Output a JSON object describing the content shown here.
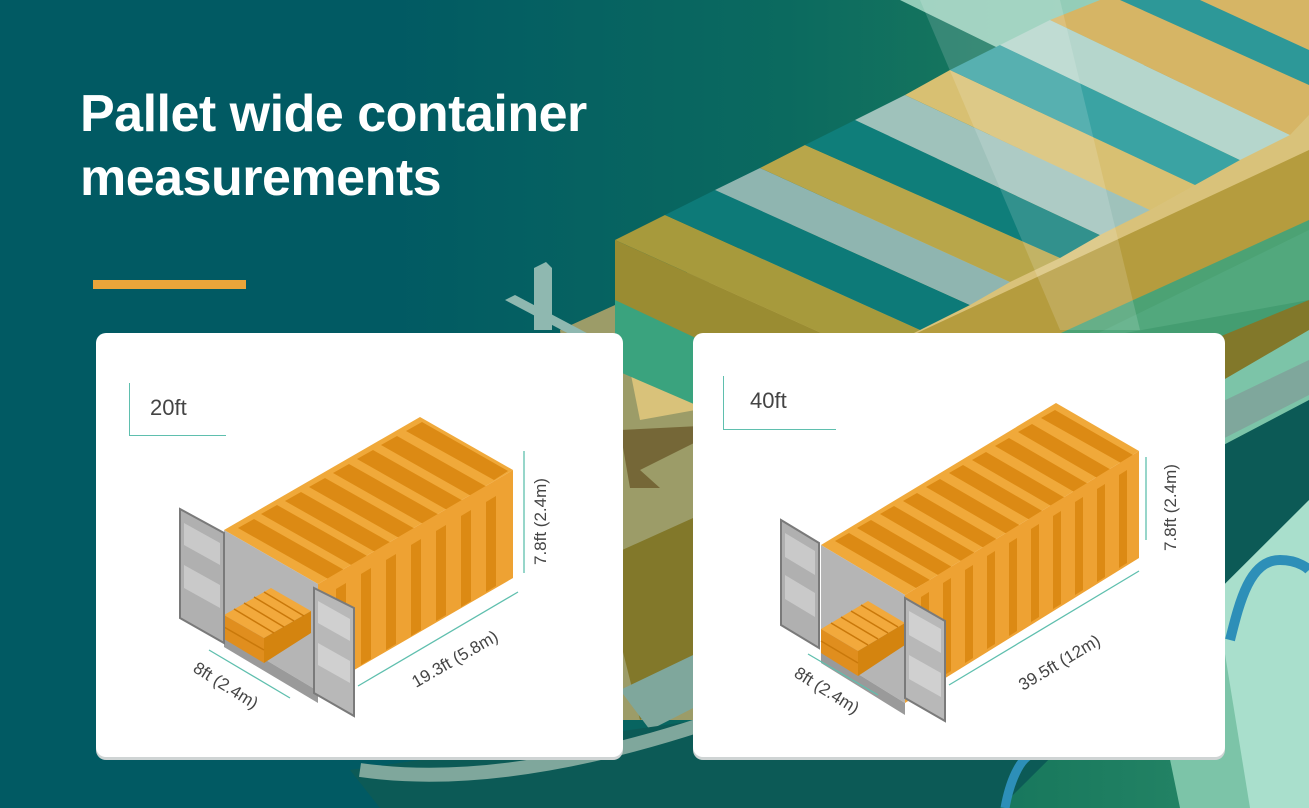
{
  "title": {
    "line1": "Pallet wide container",
    "line2": "measurements"
  },
  "colors": {
    "background_start": "#015a63",
    "background_end": "#2a8a6a",
    "accent_bar": "#eaa53a",
    "container_orange": "#f0a93a",
    "container_dark": "#dc8a14",
    "door_gray": "#c4c4c4",
    "dimension_line": "#5fbfae",
    "card_bg": "#ffffff"
  },
  "cards": [
    {
      "label": "20ft",
      "dimensions": {
        "width": "8ft (2.4m)",
        "length": "19.3ft (5.8m)",
        "height": "7.8ft (2.4m)"
      }
    },
    {
      "label": "40ft",
      "dimensions": {
        "width": "8ft (2.4m)",
        "length": "39.5ft (12m)",
        "height": "7.8ft (2.4m)"
      }
    }
  ]
}
